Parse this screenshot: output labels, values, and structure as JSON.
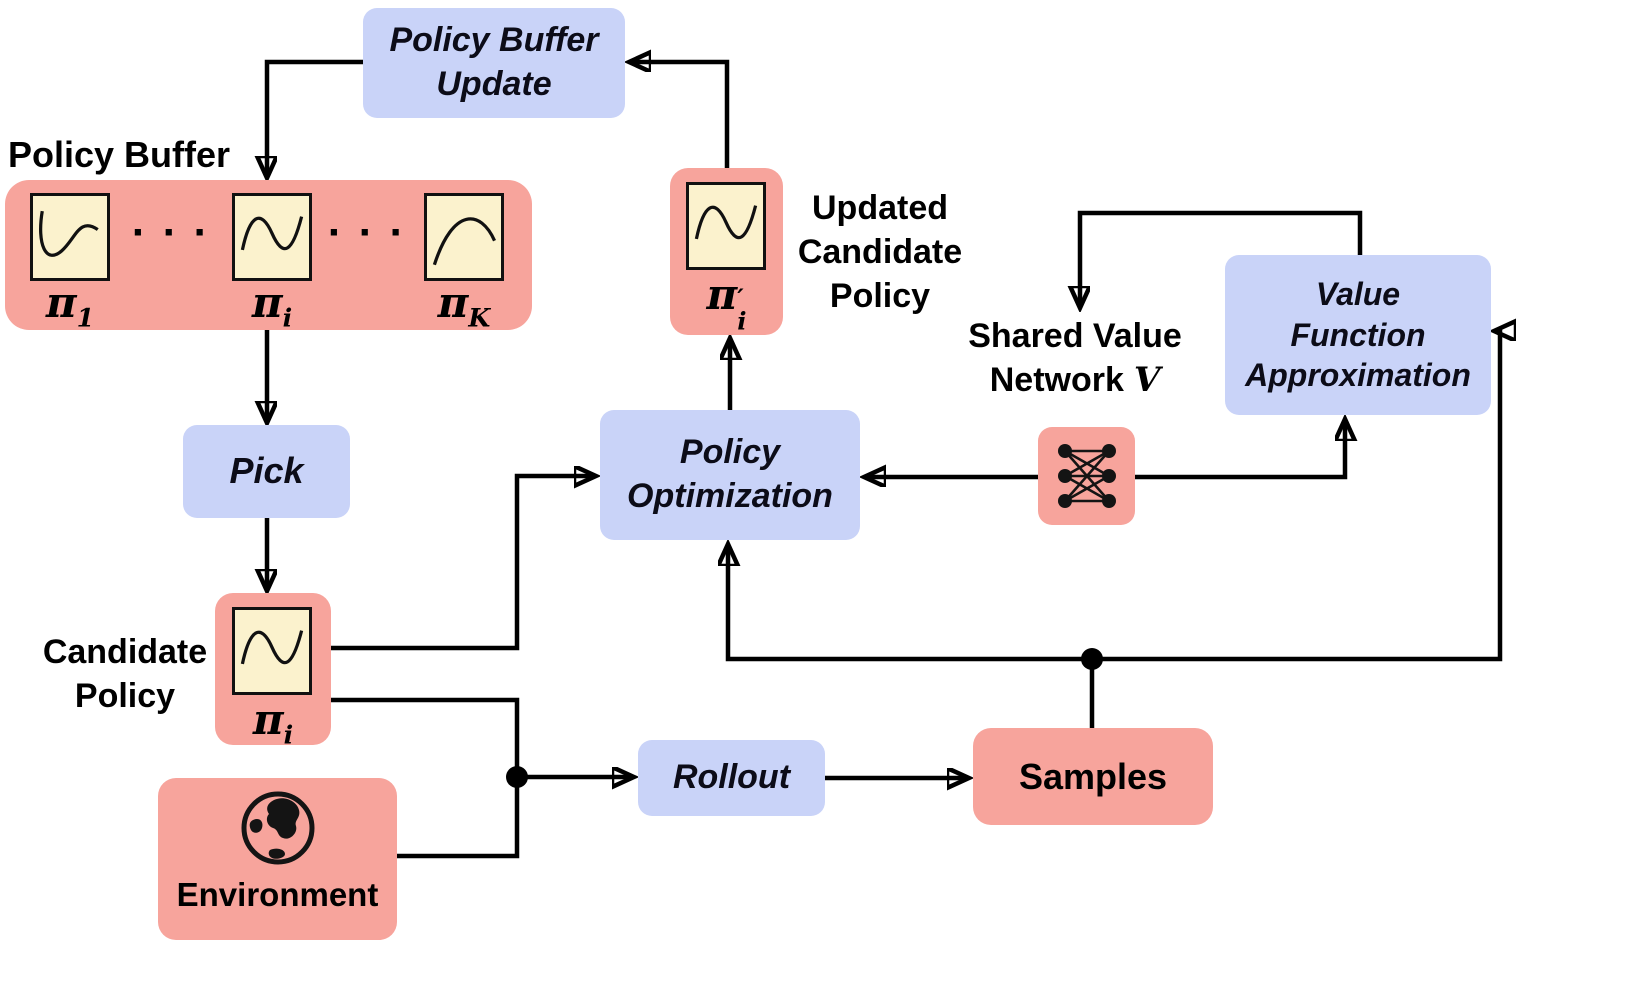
{
  "colors": {
    "box_blue": "#c9d3f8",
    "box_pink": "#f7a49c",
    "thumb_yellow": "#fbf2cd",
    "line_black": "#000000"
  },
  "nodes": {
    "policyBufferUpdate": {
      "line1": "Policy Buffer",
      "line2": "Update"
    },
    "policyBuffer": {
      "title": "Policy Buffer",
      "dots": "· · ·",
      "policies": [
        {
          "base": "π",
          "sub": "1"
        },
        {
          "base": "π",
          "sub": "i"
        },
        {
          "base": "π",
          "sub": "K"
        }
      ]
    },
    "pick": {
      "label": "Pick"
    },
    "candidatePolicy": {
      "line1": "Candidate",
      "line2": "Policy",
      "pi_base": "π",
      "pi_sub": "i"
    },
    "environment": {
      "label": "Environment"
    },
    "rollout": {
      "label": "Rollout"
    },
    "samples": {
      "label": "Samples"
    },
    "policyOptimization": {
      "line1": "Policy",
      "line2": "Optimization"
    },
    "updatedCandidatePolicy": {
      "line1": "Updated",
      "line2": "Candidate",
      "line3": "Policy",
      "pi_base": "π",
      "pi_prime": "′",
      "pi_sub": "i"
    },
    "sharedValueNetwork": {
      "line1": "Shared Value",
      "line2": "Network",
      "variable": "V"
    },
    "valueFunctionApproximation": {
      "line1": "Value",
      "line2": "Function",
      "line3": "Approximation"
    }
  }
}
